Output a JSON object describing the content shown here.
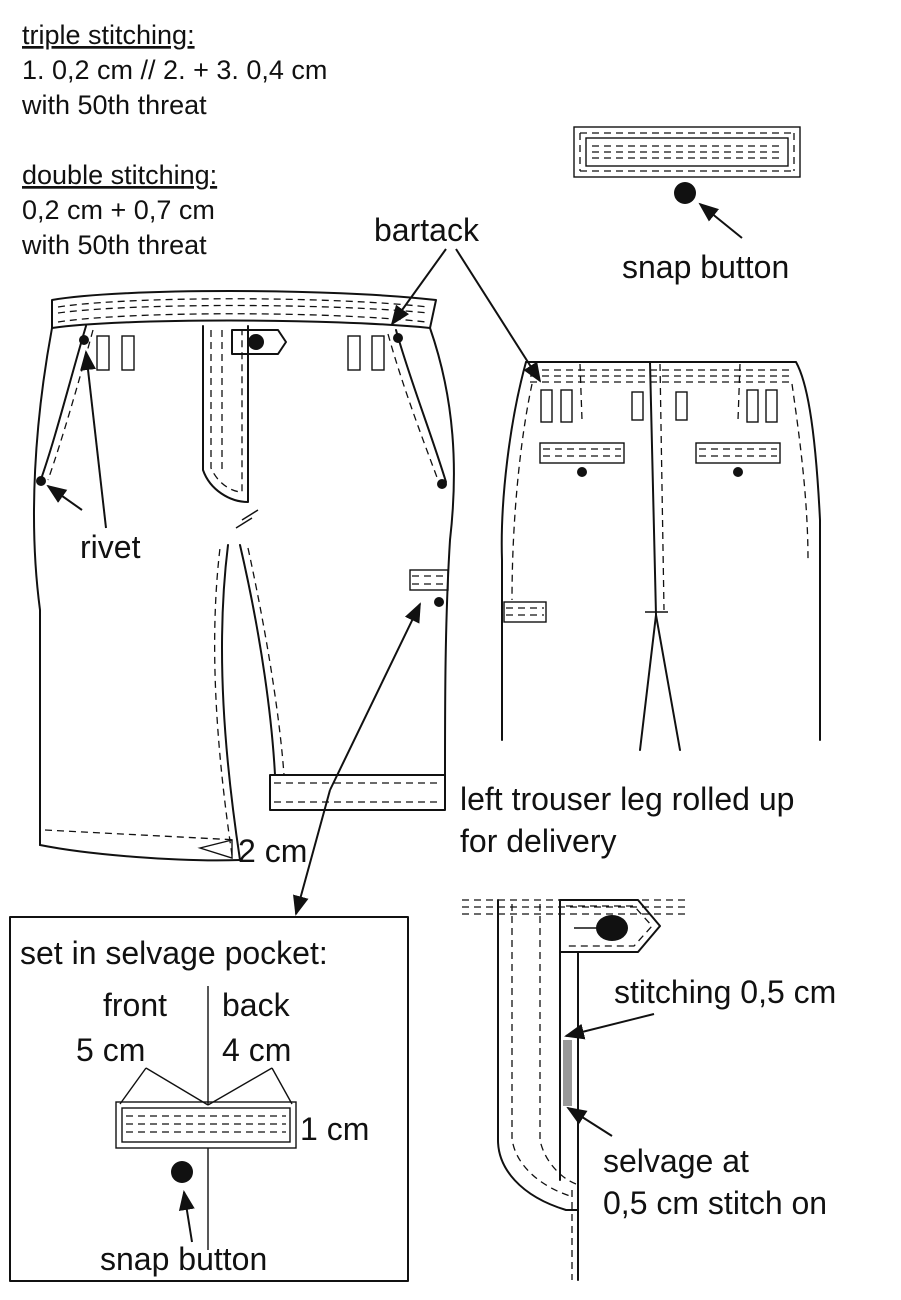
{
  "specs": {
    "triple": {
      "heading": "triple stitching:",
      "line1": "1. 0,2 cm // 2. + 3. 0,4 cm",
      "line2": "with 50th threat"
    },
    "double": {
      "heading": "double stitching:",
      "line1": "0,2 cm  +  0,7 cm",
      "line2": "with 50th threat"
    }
  },
  "labels": {
    "bartack": "bartack",
    "snap_button_top": "snap button",
    "rivet": "rivet",
    "hem": "2 cm",
    "rolled_1": "left trouser leg rolled up",
    "rolled_2": "for delivery",
    "stitching": "stitching 0,5 cm",
    "selvage_1": "selvage at",
    "selvage_2": "0,5 cm stitch on"
  },
  "pocket_box": {
    "title": "set in selvage pocket:",
    "front_1": "front",
    "front_2": "5 cm",
    "back_1": "back",
    "back_2": "4 cm",
    "height": "1 cm",
    "snap": "snap button"
  }
}
